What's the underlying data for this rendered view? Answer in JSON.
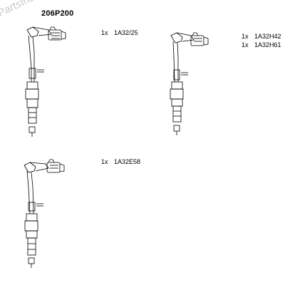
{
  "header": {
    "part_number": "206P200",
    "watermark": "PartsIndex"
  },
  "items": [
    {
      "qty": "1x",
      "code": "1A32/25"
    },
    {
      "qty": "1x",
      "code": "1A32H42"
    },
    {
      "qty": "1x",
      "code": "1A32H61"
    },
    {
      "qty": "1x",
      "code": "1A32E58"
    }
  ],
  "colors": {
    "line": "#000000",
    "watermark": "#c9c9c9"
  }
}
